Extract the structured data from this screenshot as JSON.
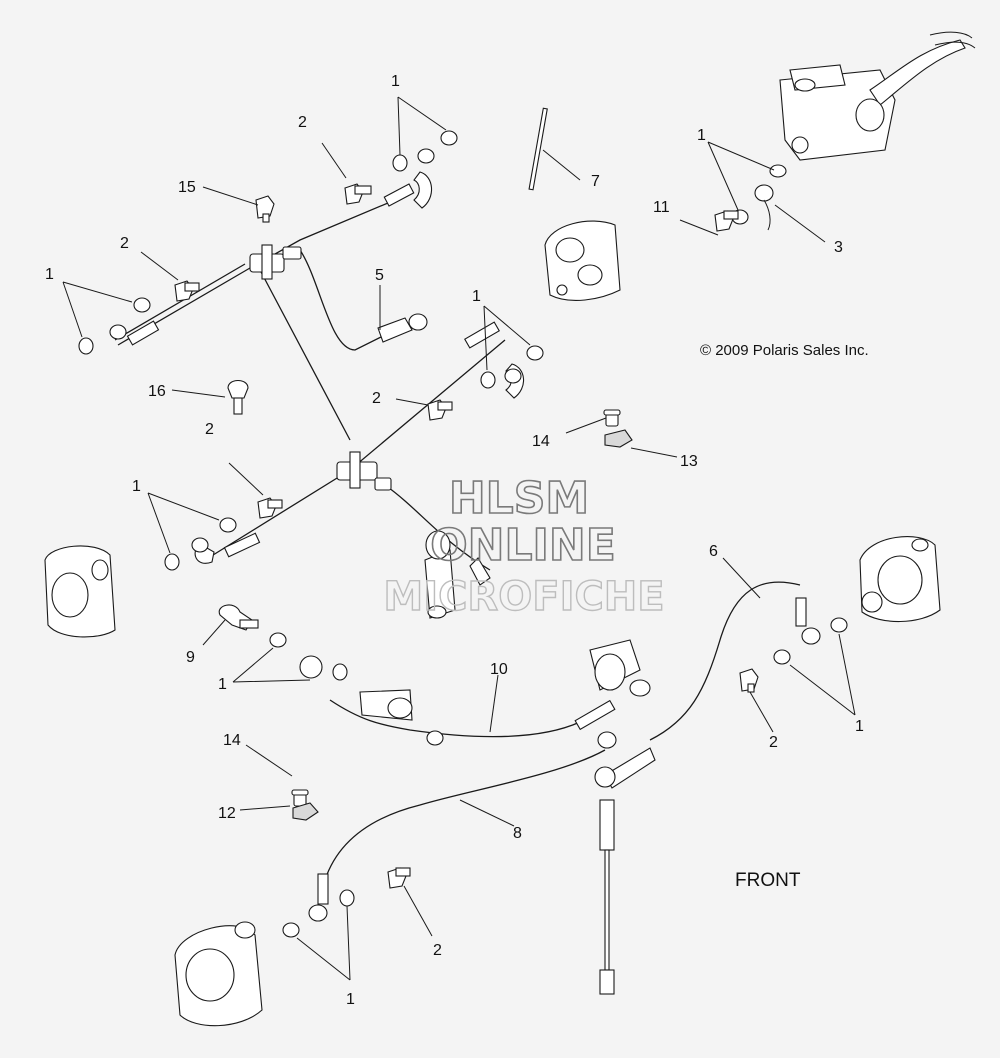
{
  "copyright": "© 2009 Polaris Sales Inc.",
  "front_label": "FRONT",
  "watermark": [
    "HLSM",
    "ONLINE",
    "MICROFICHE"
  ],
  "callouts": {
    "c1a": "1",
    "c2a": "2",
    "c15": "15",
    "c2b": "2",
    "c1b": "1",
    "c7": "7",
    "c1c": "1",
    "c11": "11",
    "c3": "3",
    "c5": "5",
    "c1d": "1",
    "c16": "16",
    "c2c": "2",
    "c14a": "14",
    "c13": "13",
    "c2d": "2",
    "c1e": "1",
    "c6": "6",
    "c9": "9",
    "c10": "10",
    "c1f": "1",
    "c2e": "2",
    "c1g": "1",
    "c14b": "14",
    "c12": "12",
    "c8": "8",
    "c2f": "2",
    "c1h": "1"
  }
}
